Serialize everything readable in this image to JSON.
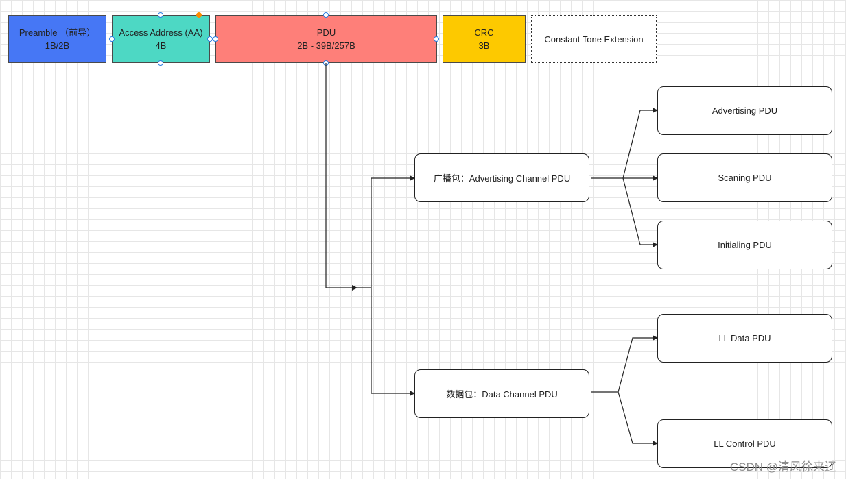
{
  "packet_fields": {
    "preamble": {
      "title": "Preamble （前导）",
      "size": "1B/2B",
      "color": "#4677f5"
    },
    "access_address": {
      "title": "Access Address (AA)",
      "size": "4B",
      "color": "#4dd8c4"
    },
    "pdu": {
      "title": "PDU",
      "size": "2B - 39B/257B",
      "color": "#fe7f79"
    },
    "crc": {
      "title": "CRC",
      "size": "3B",
      "color": "#fdc900"
    },
    "cte": {
      "title": "Constant Tone Extension"
    }
  },
  "pdu_types": {
    "advertising_channel": "广播包：Advertising Channel PDU",
    "data_channel": "数据包：Data Channel PDU"
  },
  "advertising_children": [
    "Advertising PDU",
    "Scaning PDU",
    "Initialing PDU"
  ],
  "data_children": [
    "LL Data PDU",
    "LL Control PDU"
  ],
  "watermark": "CSDN @清风徐来辽"
}
